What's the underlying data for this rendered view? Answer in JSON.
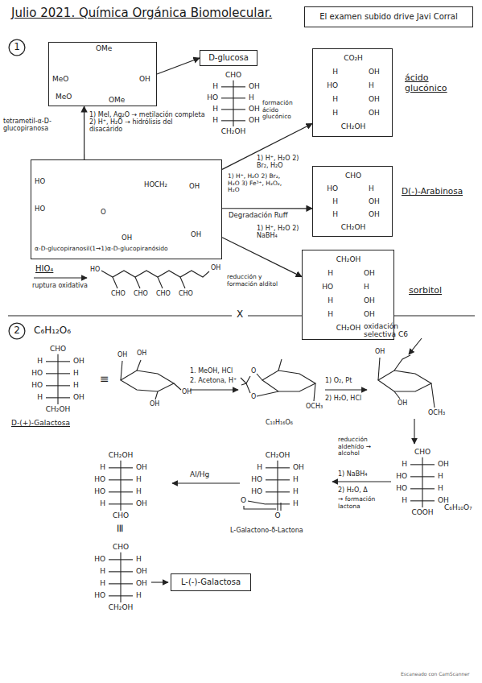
{
  "diagram": {
    "title": "Julio 2021. Química Orgánica Biomolecular.",
    "nodes": [
      {
        "text": [
          "El examen subido drive Javi Corral"
        ]
      },
      {
        "text": [
          "1"
        ]
      },
      {
        "text": [
          "OMe",
          "MeO",
          "MeO",
          "OMe",
          "OH"
        ]
      },
      {
        "text": [
          "D-glucosa"
        ]
      },
      {
        "text": [
          "HO",
          "HO",
          "O",
          "HOCH₂",
          "OH",
          "OH",
          "OH",
          "α-D-glucopiranosil(1→1)α-D-glucopiranósido"
        ]
      },
      {
        "text": [
          "CO₂H",
          "H",
          "OH",
          "HO",
          "H",
          "H",
          "OH",
          "H",
          "OH",
          "CH₂OH",
          "ácido glucónico"
        ]
      },
      {
        "text": [
          "CHO",
          "HO",
          "H",
          "H",
          "OH",
          "H",
          "OH",
          "CH₂OH",
          "D(-)-Arabinosa"
        ]
      },
      {
        "text": [
          "CH₂OH",
          "H",
          "OH",
          "HO",
          "H",
          "H",
          "OH",
          "H",
          "OH",
          "CH₂OH",
          "sorbitol"
        ]
      },
      {
        "text": [
          "2"
        ]
      },
      {
        "text": [
          "L-(-)-Galactosa"
        ]
      }
    ],
    "edges": [
      {
        "from": 4,
        "to": 2,
        "arrow": "to",
        "label": "1) MeI, Ag₂O → metilación completa 2) H⁺, H₂O → hidrólisis del disacárido"
      },
      {
        "from": 2,
        "to": 3,
        "arrow": "to"
      },
      {
        "from": 4,
        "to": 5,
        "arrow": "to",
        "label": "1) H⁺, H₂O 2) Br₂, H₂O"
      },
      {
        "from": 4,
        "to": 6,
        "arrow": "to",
        "label": "1) H⁺, H₂O 2) Br₂, H₂O 3) Fe³⁺, H₂O₂, H₂O"
      },
      {
        "from": 4,
        "to": 7,
        "arrow": "to",
        "label": "1) H⁺, H₂O 2) NaBH₄"
      }
    ],
    "labels": [
      "tetrametil-α-D-glucopiranosa",
      "CHO",
      "H",
      "OH",
      "HO",
      "H",
      "H",
      "OH",
      "H",
      "OH",
      "CH₂OH",
      "formación ácido glucónico",
      "Degradación Ruff",
      "reducción y formación alditol",
      "HIO₄",
      "ruptura oxidativa",
      "HO",
      "CHO",
      "CHO",
      "CHO",
      "CHO",
      "OH",
      "X",
      "C₆H₁₂O₆",
      "CHO",
      "H",
      "OH",
      "HO",
      "H",
      "HO",
      "H",
      "H",
      "OH",
      "CH₂OH",
      "D-(+)-Galactosa",
      "≡",
      "OH",
      "OH",
      "OH",
      "OH",
      "1. MeOH, HCl",
      "2. Acetona, H⁺",
      "O",
      "O",
      "OCH₃",
      "C₁₀H₁₆O₆",
      "oxidación selectiva C6",
      "1) O₂, Pt",
      "2) H₂O, HCl",
      "OH",
      "OH",
      "OCH₃",
      "CHO",
      "H",
      "OH",
      "HO",
      "H",
      "HO",
      "H",
      "H",
      "OH",
      "COOH",
      "C₆H₁₀O₇",
      "reducción aldehído → alcohol",
      "1) NaBH₄",
      "2) H₂O, Δ",
      "→ formación lactona",
      "CH₂OH",
      "H",
      "OH",
      "HO",
      "H",
      "HO",
      "H",
      "H",
      "O",
      "O",
      "L-Galactono-δ-Lactona",
      "Al/Hg",
      "CH₂OH",
      "H",
      "OH",
      "HO",
      "H",
      "HO",
      "H",
      "H",
      "OH",
      "CHO",
      "≡",
      "CHO",
      "HO",
      "H",
      "H",
      "OH",
      "H",
      "OH",
      "HO",
      "H",
      "CH₂OH",
      "Escaneado con CamScanner"
    ]
  }
}
